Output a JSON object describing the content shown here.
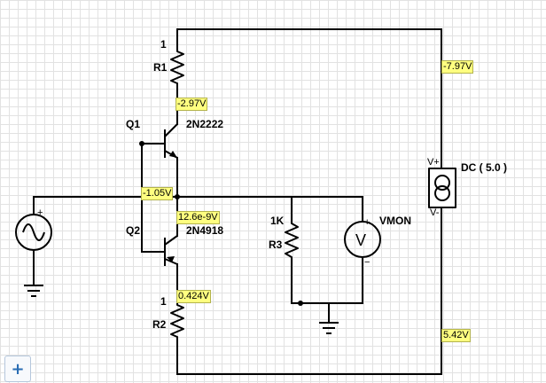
{
  "components": {
    "r1": {
      "ref": "R1",
      "value": "1"
    },
    "r2": {
      "ref": "R2",
      "value": "1"
    },
    "r3": {
      "ref": "R3",
      "value": "1K"
    },
    "q1": {
      "ref": "Q1",
      "model": "2N2222"
    },
    "q2": {
      "ref": "Q2",
      "model": "2N4918"
    },
    "vmon": {
      "ref": "VMON",
      "symbol": "V",
      "plus": "+",
      "minus": "−"
    },
    "dc_source": {
      "value": "DC ( 5.0 )",
      "plus": "V+",
      "minus": "V-"
    },
    "ac_source": {
      "plus": "+"
    }
  },
  "probes": {
    "r1_bottom": "-2.97V",
    "right_top": "-7.97V",
    "base_node": "-1.05V",
    "emitter_node": "12.6e-9V",
    "r2_top": "0.424V",
    "right_bottom": "5.42V"
  },
  "toolbar": {
    "zoom_label": "+"
  },
  "colors": {
    "probe_bg": "#ffff80",
    "grid": "#e2e2e2",
    "button_accent": "#2a6db3"
  }
}
